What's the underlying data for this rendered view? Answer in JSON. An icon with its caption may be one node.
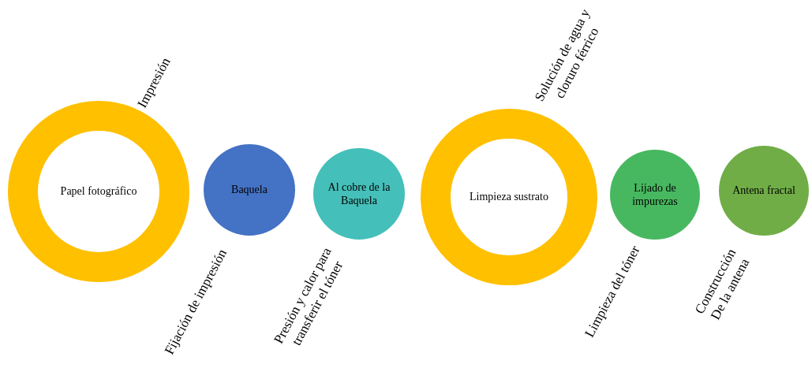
{
  "diagram": {
    "nodes": [
      {
        "text": [
          "Papel fotográfico"
        ]
      },
      {
        "text": [
          "Baquela"
        ]
      },
      {
        "text": [
          "Al cobre de la Baquela"
        ]
      },
      {
        "text": [
          "Limpieza sustrato"
        ]
      },
      {
        "text": [
          "Lijado de impurezas"
        ]
      },
      {
        "text": [
          "Antena fractal"
        ]
      }
    ],
    "labels": [
      "Impresión",
      "Fijación de impresión",
      "Presión y calor para transferir el tóner",
      "Solución de agua y cloruro férrico",
      "Limpieza del tóner",
      "Construcción De la antena"
    ]
  }
}
